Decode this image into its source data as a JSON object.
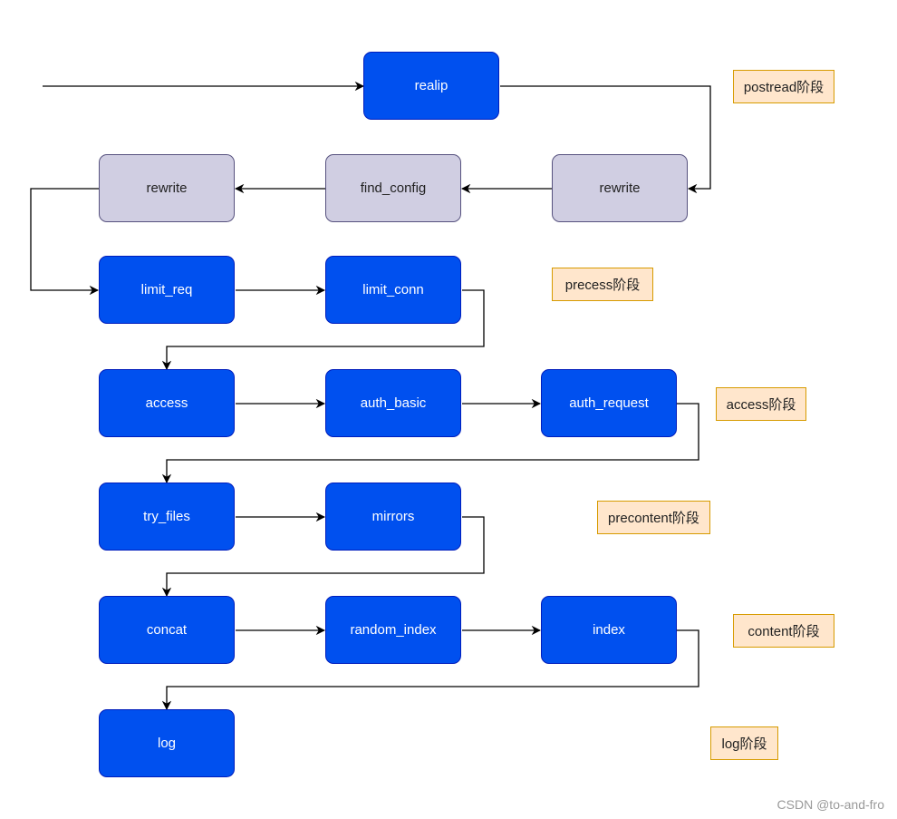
{
  "nodes": {
    "realip": "realip",
    "rewrite_post": "rewrite",
    "find_config": "find_config",
    "rewrite": "rewrite",
    "limit_req": "limit_req",
    "limit_conn": "limit_conn",
    "access": "access",
    "auth_basic": "auth_basic",
    "auth_request": "auth_request",
    "try_files": "try_files",
    "mirrors": "mirrors",
    "concat": "concat",
    "random_index": "random_index",
    "index": "index",
    "log": "log"
  },
  "phases": {
    "postread": "postread阶段",
    "precess": "precess阶段",
    "access": "access阶段",
    "precontent": "precontent阶段",
    "content": "content阶段",
    "log": "log阶段"
  },
  "colors": {
    "blue_fill": "#0050ef",
    "grey_fill": "#d0cee2",
    "phase_fill": "#ffe6cc",
    "phase_border": "#d79b00",
    "edge": "#000000"
  },
  "watermark": "CSDN @to-and-fro"
}
